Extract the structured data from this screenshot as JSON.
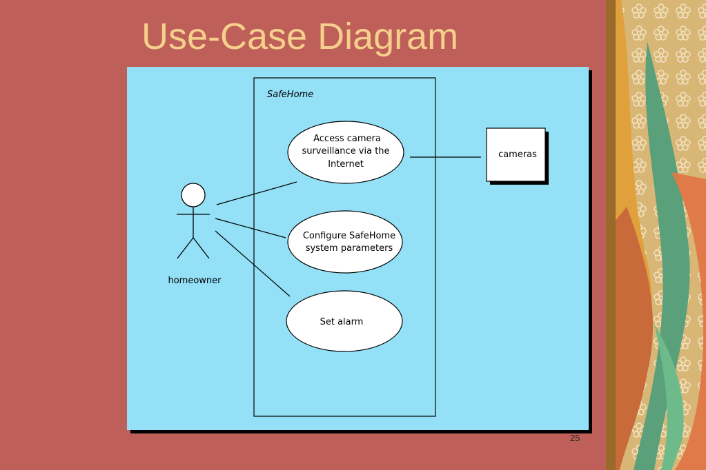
{
  "slide": {
    "title": "Use-Case Diagram",
    "page_number": "25"
  },
  "diagram": {
    "system_name": "SafeHome",
    "actor": "homeowner",
    "external_box": "cameras",
    "use_cases": [
      {
        "lines": [
          "Access camera",
          "surveillance via the",
          "Internet"
        ]
      },
      {
        "lines": [
          "Configure SafeHome",
          "system parameters"
        ]
      },
      {
        "lines": [
          "Set alarm"
        ]
      }
    ]
  },
  "colors": {
    "slide_background": "#bf5f59",
    "title": "#f6cf8c",
    "panel": "#93e0f7"
  }
}
